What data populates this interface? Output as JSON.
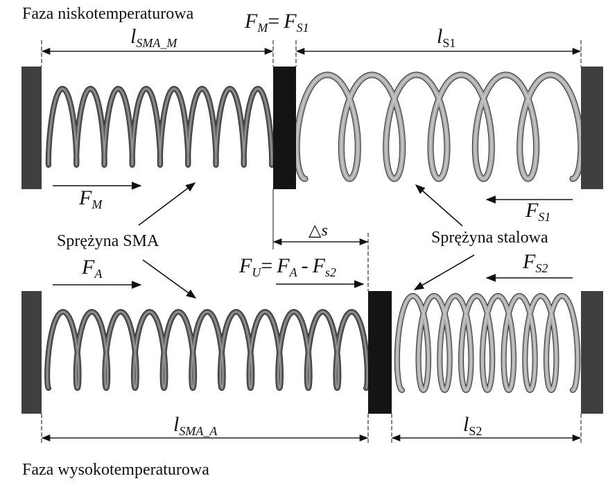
{
  "phases": {
    "low": "Faza niskotemperaturowa",
    "high": "Faza wysokotemperaturowa"
  },
  "springs": {
    "sma": "Sprężyna SMA",
    "steel": "Sprężyna stalowa"
  },
  "labels": {
    "l_sma_m": {
      "main": "l",
      "sub": "SMA_M"
    },
    "l_s1": {
      "main": "l",
      "sub": "S1"
    },
    "l_sma_a": {
      "main": "l",
      "sub": "SMA_A"
    },
    "l_s2": {
      "main": "l",
      "sub": "S2"
    },
    "f_m": {
      "main": "F",
      "sub": "M"
    },
    "f_a": {
      "main": "F",
      "sub": "A"
    },
    "f_s1": {
      "main": "F",
      "sub": "S1"
    },
    "f_s2": {
      "main": "F",
      "sub": "S2"
    },
    "delta_s": "△s",
    "eq_top": {
      "f": "F",
      "f_sub": "M",
      "eq": "=",
      "rhs": "F",
      "rhs_sub": "S1"
    },
    "eq_bottom": {
      "f": "F",
      "f_sub": "U",
      "eq": "=",
      "a": "F",
      "a_sub": "A",
      "minus": "-",
      "b": "F",
      "b_sub": "s2"
    }
  },
  "colors": {
    "sma_spring": "#5e5e5e",
    "steel_spring": "#a8a8a8",
    "wall": "#3f3f3f",
    "slider": "#141414"
  }
}
